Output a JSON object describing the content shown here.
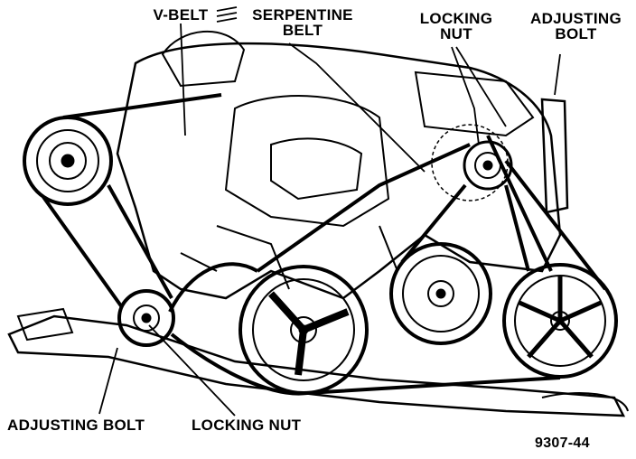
{
  "labels": {
    "v_belt": "V-BELT",
    "serpentine_belt": "SERPENTINE\nBELT",
    "locking_nut_top": "LOCKING\nNUT",
    "adjusting_bolt_top": "ADJUSTING\nBOLT",
    "adjusting_bolt_bottom": "ADJUSTING BOLT",
    "locking_nut_bottom": "LOCKING NUT",
    "figure_number": "9307-44"
  },
  "colors": {
    "ink": "#000000",
    "paper": "#ffffff"
  }
}
